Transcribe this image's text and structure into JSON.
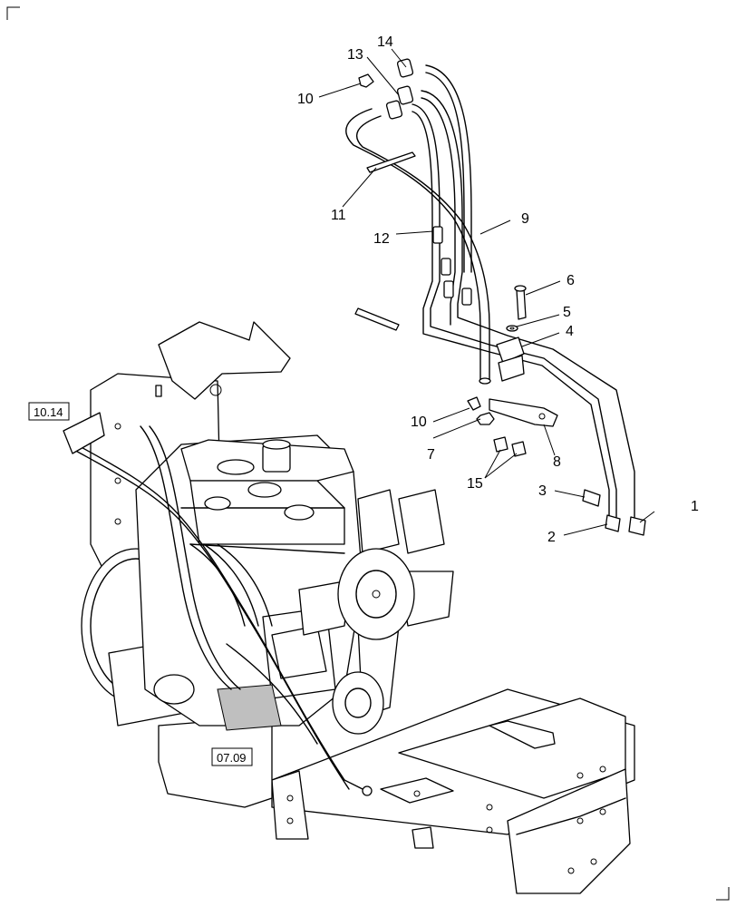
{
  "callouts": {
    "c1": "1",
    "c2": "2",
    "c3": "3",
    "c4": "4",
    "c5": "5",
    "c6": "6",
    "c7": "7",
    "c8": "8",
    "c9": "9",
    "c10a": "10",
    "c10b": "10",
    "c11": "11",
    "c12": "12",
    "c13": "13",
    "c14": "14",
    "c15": "15"
  },
  "references": {
    "ref_top": "10.14",
    "ref_bottom": "07.09"
  }
}
